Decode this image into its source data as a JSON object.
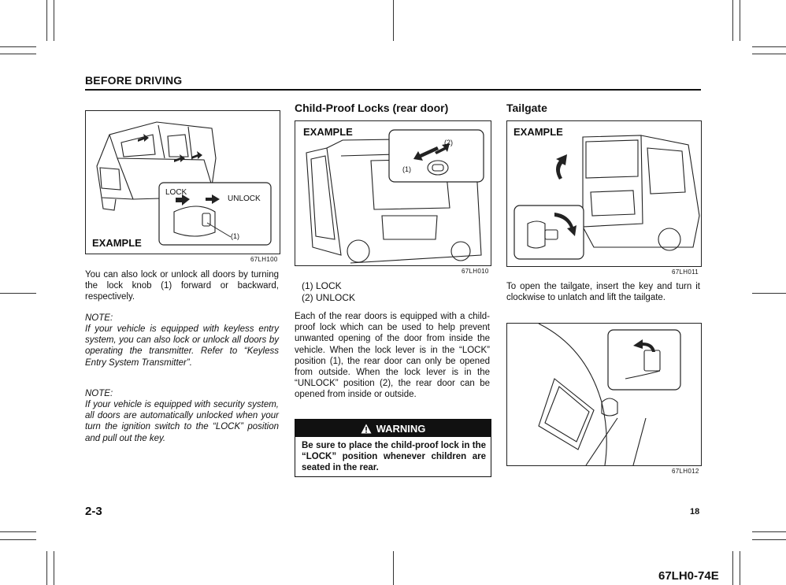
{
  "header": {
    "section": "BEFORE DRIVING"
  },
  "left": {
    "figure": {
      "label": "EXAMPLE",
      "lock_label": "LOCK",
      "unlock_label": "UNLOCK",
      "callout": "(1)",
      "code": "67LH100"
    },
    "paragraph": "You can also lock or unlock all doors by turning the lock knob (1) forward or backward, respectively.",
    "note1_title": "NOTE:",
    "note1_text": "If your vehicle is equipped with keyless entry system, you can also lock or unlock all doors by operating the transmitter. Refer to “Keyless Entry System Transmitter”.",
    "note2_title": "NOTE:",
    "note2_text": "If your vehicle is equipped with security system, all doors are automatically unlocked when your turn the ignition switch to the “LOCK” position and pull out the key."
  },
  "middle": {
    "title": "Child-Proof Locks (rear door)",
    "figure": {
      "label": "EXAMPLE",
      "callout1": "(1)",
      "callout2": "(2)",
      "code": "67LH010"
    },
    "list": [
      "(1) LOCK",
      "(2) UNLOCK"
    ],
    "paragraph": "Each of the rear doors is equipped with a child-proof lock which can be used to help prevent unwanted opening of the door from inside the vehicle. When the lock lever is in the “LOCK” position (1), the rear door can only be opened from outside. When the lock lever is in the “UNLOCK” position (2), the rear door can be opened from inside or outside.",
    "warning": {
      "title": "WARNING",
      "text": "Be sure to place the child-proof lock in the “LOCK” position whenever children are seated in the rear."
    }
  },
  "right": {
    "title": "Tailgate",
    "figure1": {
      "label": "EXAMPLE",
      "code": "67LH011"
    },
    "paragraph": "To open the tailgate, insert the key and turn it clockwise to unlatch and lift the tailgate.",
    "figure2": {
      "code": "67LH012"
    }
  },
  "footer": {
    "left_page": "2-3",
    "right_page": "18",
    "doc_code": "67LH0-74E"
  }
}
